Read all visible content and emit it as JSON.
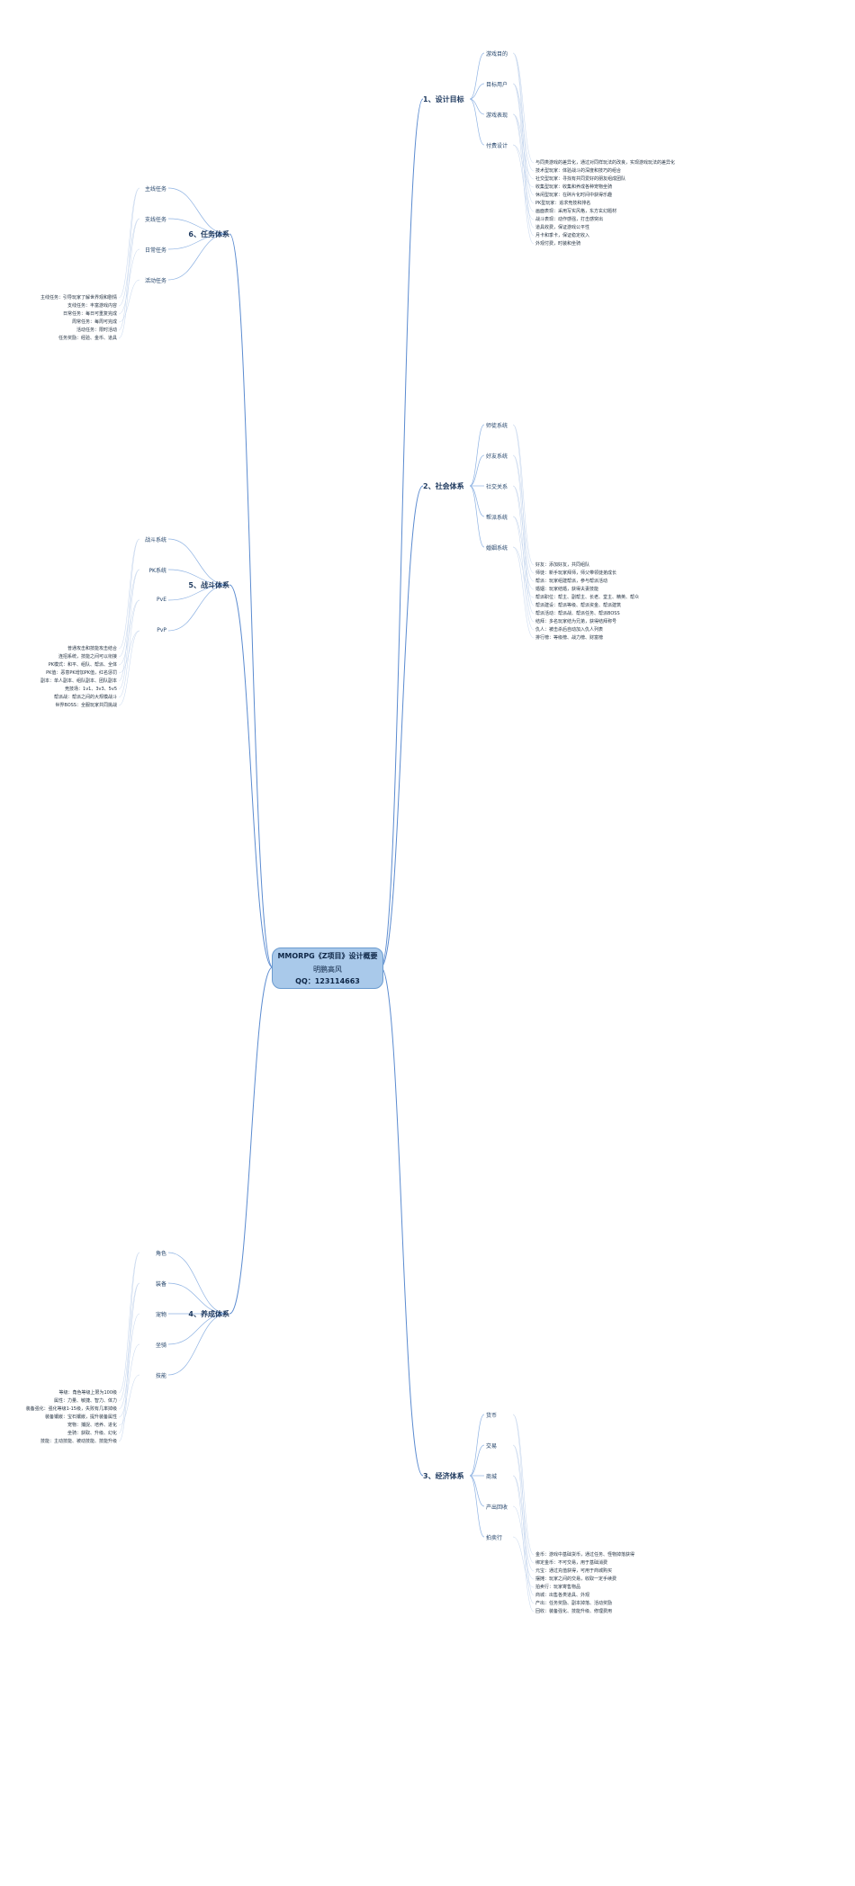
{
  "center": {
    "title": "MMORPG《Z项目》设计概要",
    "name": "明鹏高风",
    "qq": "QQ：123114663"
  },
  "branches": [
    {
      "label": "1、设计目标",
      "subs": [
        "游戏目的",
        "目标用户",
        "游戏表现",
        "付费设计"
      ],
      "leaves": [
        "与同类游戏的差异化，通过对同样玩法的改良，实现游戏玩法的差异化",
        "技术型玩家：体验战斗的深度和技巧的组合",
        "社交型玩家：寻找有共同爱好的朋友组成团队",
        "收集型玩家：收集和养成各种宠物坐骑",
        "休闲型玩家：在碎片化时间中获得乐趣",
        "PK型玩家：追求竞技和排名",
        "画面表现：采用写实风格，东方玄幻题材",
        "战斗表现：动作感强，打击感突出",
        "道具收费，保证游戏公平性",
        "月卡和季卡，保证稳定收入",
        "外观付费，时装和坐骑"
      ]
    },
    {
      "label": "2、社会体系",
      "subs": [
        "师徒系统",
        "好友系统",
        "社交关系",
        "帮派系统",
        "婚姻系统"
      ],
      "leaves": [
        "好友：添加好友，共同组队",
        "师徒：新手玩家拜师，师父带领徒弟成长",
        "帮派：玩家组建帮派，参与帮派活动",
        "婚姻：玩家结婚，获得夫妻技能",
        "帮派职位：帮主、副帮主、长老、堂主、精英、帮众",
        "帮派建设：帮派等级、帮派资金、帮派建筑",
        "帮派活动：帮派战、帮派任务、帮派BOSS",
        "结拜：多名玩家结为兄弟，获得结拜称号",
        "仇人：被击杀后自动加入仇人列表",
        "排行榜：等级榜、战力榜、财富榜"
      ]
    },
    {
      "label": "3、经济体系",
      "subs": [
        "货币",
        "交易",
        "商城",
        "产出回收",
        "拍卖行"
      ],
      "leaves": [
        "金币：游戏中基础货币，通过任务、怪物掉落获得",
        "绑定金币：不可交易，用于基础消费",
        "元宝：通过充值获得，可用于商城购买",
        "摆摊：玩家之间的交易，收取一定手续费",
        "拍卖行：玩家寄售物品",
        "商城：出售各类道具、外观",
        "产出：任务奖励、副本掉落、活动奖励",
        "回收：装备强化、技能升级、修理费用"
      ]
    },
    {
      "label": "4、养成体系",
      "subs": [
        "角色",
        "装备",
        "宠物",
        "坐骑",
        "技能"
      ],
      "leaves": [
        "等级：角色等级上限为100级",
        "属性：力量、敏捷、智力、体力",
        "装备强化：强化等级1-15级，失败有几率掉级",
        "装备镶嵌：宝石镶嵌，提升装备属性",
        "宠物：捕捉、培养、进化",
        "坐骑：获取、升级、幻化",
        "技能：主动技能、被动技能、技能升级"
      ]
    },
    {
      "label": "5、战斗体系",
      "subs": [
        "战斗系统",
        "PK系统",
        "PvE",
        "PvP"
      ],
      "leaves": [
        "普通攻击和技能攻击结合",
        "连招系统，技能之间可以衔接",
        "PK模式：和平、组队、帮派、全体",
        "PK值：恶意PK增加PK值，红名惩罚",
        "副本：单人副本、组队副本、团队副本",
        "竞技场：1v1、3v3、5v5",
        "帮派战：帮派之间的大规模战斗",
        "世界BOSS：全服玩家共同挑战"
      ]
    },
    {
      "label": "6、任务体系",
      "subs": [
        "主线任务",
        "支线任务",
        "日常任务",
        "活动任务"
      ],
      "leaves": [
        "主线任务：引导玩家了解世界观和剧情",
        "支线任务：丰富游戏内容",
        "日常任务：每日可重复完成",
        "周常任务：每周可完成",
        "活动任务：限时活动",
        "任务奖励：经验、金币、道具"
      ]
    }
  ]
}
